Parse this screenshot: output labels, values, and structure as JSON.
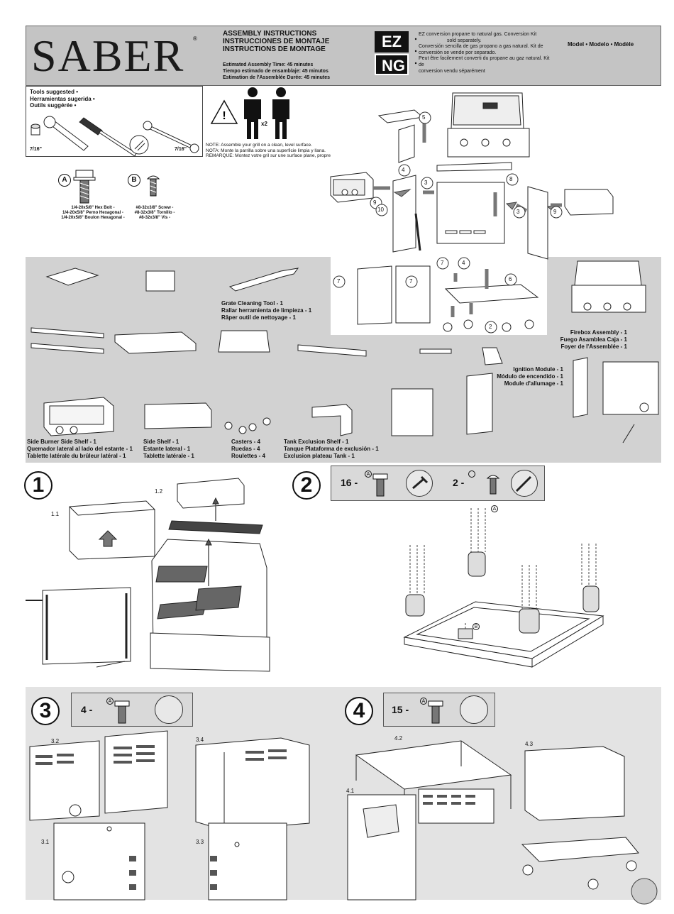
{
  "brand": "SABER",
  "header": {
    "title_lines": [
      "ASSEMBLY INSTRUCTIONS",
      "INSTRUCCIONES DE MONTAJE",
      "INSTRUCTIONS DE MONTAGE"
    ],
    "time_lines": [
      "Estimated Assembly Time: 45 minutes",
      "Tiempo estimado de ensamblaje: 45 minutos",
      "Estimation de l'Assemblée Durée: 45 minutes"
    ],
    "ezng_top": "EZ",
    "ezng_bottom": "NG",
    "conversion_lines": [
      "EZ conversion propane to natural gas. Conversion Kit",
      "sold separately.",
      "Conversión sencilla de gas propano a gas natural. Kit de",
      "conversión                    se vende por separado.",
      "Peut être facilement converti du propane au gaz natural. Kit de",
      "conversion                vendu séparément"
    ],
    "model_label": "Model • Modelo • Modèle"
  },
  "tools": {
    "title_lines": [
      "Tools suggested •",
      "Herramientas sugerida •",
      "Outils suggérée •"
    ],
    "left_size": "7/16\"",
    "right_size": "7/16\""
  },
  "warning": {
    "multiplier": "x2",
    "lines": [
      "NOTE: Assemble your grill on a clean, level surface.",
      "NOTA: Monte la parrilla sobre una superficie limpia y llana.",
      "REMARQUE: Montez votre gril sur une surface plane, propre."
    ]
  },
  "hardware": {
    "a": {
      "letter": "A",
      "lines": [
        "1/4-20x5/8\" Hex Bolt -",
        "1/4-20x5/8\" Perno Hexagonal -",
        "1/4-20x5/8\" Boulon Hexagonal -"
      ]
    },
    "b": {
      "letter": "B",
      "lines": [
        "#8-32x3/8\" Screw -",
        "#8-32x3/8\" Tornillo -",
        "#8-32x3/8\" Vis -"
      ]
    }
  },
  "parts": {
    "grate_tool": [
      "Grate Cleaning Tool - 1",
      "Rallar herramienta de limpieza - 1",
      "Râper outil de nettoyage - 1"
    ],
    "firebox": [
      "Firebox Assembly - 1",
      "Fuego Asamblea Caja - 1",
      "Foyer de l'Assemblée - 1"
    ],
    "ignition": [
      "Ignition Module - 1",
      "Módulo de encendido - 1",
      "Module d'allumage - 1"
    ],
    "side_burner": [
      "Side Burner Side Shelf - 1",
      "Quemador lateral al lado del estante - 1",
      "Tablette latérale du brûleur latéral - 1"
    ],
    "side_shelf": [
      "Side Shelf - 1",
      "Estante lateral - 1",
      "Tablette latérale - 1"
    ],
    "casters": [
      "Casters - 4",
      "Ruedas - 4",
      "Roulettes - 4"
    ],
    "tank_shelf": [
      "Tank Exclusion Shelf - 1",
      "Tanque Plataforma de exclusión - 1",
      "Exclusion plateau Tank - 1"
    ]
  },
  "exploded_callouts": [
    "5",
    "4",
    "3",
    "8",
    "9",
    "10",
    "3",
    "9",
    "7",
    "7",
    "7",
    "4",
    "6",
    "2"
  ],
  "steps": {
    "s1": {
      "num": "1",
      "sub_a": "1.1",
      "sub_b": "1.2"
    },
    "s2": {
      "num": "2",
      "qty_a": "16 -",
      "letter_a": "A",
      "qty_b": "2 -",
      "letter_b_small": "A",
      "letter_b": "B"
    },
    "s3": {
      "num": "3",
      "qty": "4 -",
      "letter": "A",
      "sub": [
        "3.2",
        "3.4",
        "3.1",
        "3.3"
      ]
    },
    "s4": {
      "num": "4",
      "qty": "15 -",
      "letter": "A",
      "sub": [
        "4.2",
        "4.3",
        "4.1"
      ]
    }
  }
}
